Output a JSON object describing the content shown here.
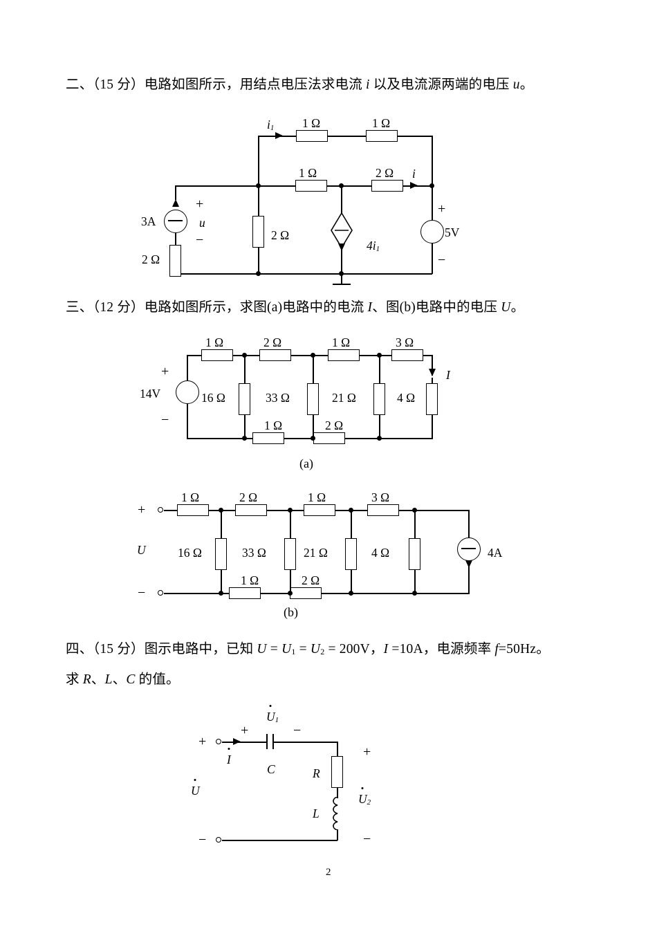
{
  "page": {
    "number": "2"
  },
  "questions": {
    "q2": {
      "text": "二、（15 分）电路如图所示，用结点电压法求电流 i 以及电流源两端的电压 u。",
      "prefix": "二、（15 分）电路如图所示，用结点电压法求电流 ",
      "sym1": "i",
      "mid": " 以及电流源两端的电压 ",
      "sym2": "u",
      "suffix": "。"
    },
    "q3": {
      "prefix": "三、（12 分）电路如图所示，求图(a)电路中的电流 ",
      "sym1": "I",
      "mid": "、图(b)电路中的电压 ",
      "sym2": "U",
      "suffix": "。"
    },
    "q4": {
      "line1_a": "四、（15 分）图示电路中，已知 ",
      "line1_U": "U",
      "line1_eq1": " = ",
      "line1_U1": "U",
      "line1_U1sub": "1",
      "line1_eq2": " = ",
      "line1_U2": "U",
      "line1_U2sub": "2",
      "line1_val": " = 200V，",
      "line1_I": "I",
      "line1_Ival": " =10A，电源频率 ",
      "line1_f": "f",
      "line1_fval": "=50Hz。",
      "line2_a": "求 ",
      "line2_R": "R",
      "line2_b": "、",
      "line2_L": "L",
      "line2_c": "、",
      "line2_C": "C",
      "line2_d": " 的值。"
    }
  },
  "fig1": {
    "caption": "",
    "current_source": "3A",
    "source_resistor": "2 Ω",
    "u_label": "u",
    "plus": "+",
    "minus": "−",
    "r_top_left": "1 Ω",
    "r_top_right": "1 Ω",
    "r_mid_left": "1 Ω",
    "r_mid_right": "2 Ω",
    "r_shunt": "2 Ω",
    "i1_label": "i",
    "i1_sub": "1",
    "i_label": "i",
    "dep_source": "4i",
    "dep_source_sub": "1",
    "voltage_source": "5V"
  },
  "fig_a": {
    "label": "(a)",
    "source": "14V",
    "plus": "+",
    "minus": "−",
    "top_resistors": [
      "1 Ω",
      "2 Ω",
      "1 Ω",
      "3 Ω"
    ],
    "shunt_resistors": [
      "16 Ω",
      "33 Ω",
      "21 Ω",
      "4 Ω"
    ],
    "bottom_resistors": [
      "1 Ω",
      "2 Ω"
    ],
    "current_label": "I"
  },
  "fig_b": {
    "label": "(b)",
    "plus": "+",
    "minus": "−",
    "u_label": "U",
    "top_resistors": [
      "1 Ω",
      "2 Ω",
      "1 Ω",
      "3 Ω"
    ],
    "shunt_resistors": [
      "16 Ω",
      "33 Ω",
      "21 Ω",
      "4 Ω"
    ],
    "bottom_resistors": [
      "1 Ω",
      "2 Ω"
    ],
    "current_source": "4A"
  },
  "fig4": {
    "plus_in": "+",
    "minus_in": "−",
    "plus_c": "+",
    "minus_c": "−",
    "plus_out": "+",
    "minus_out": "−",
    "u1_label": "U",
    "u1_sub": "1",
    "u2_label": "U",
    "u2_sub": "2",
    "u_label": "U",
    "i_label": "I",
    "c_label": "C",
    "r_label": "R",
    "l_label": "L"
  }
}
